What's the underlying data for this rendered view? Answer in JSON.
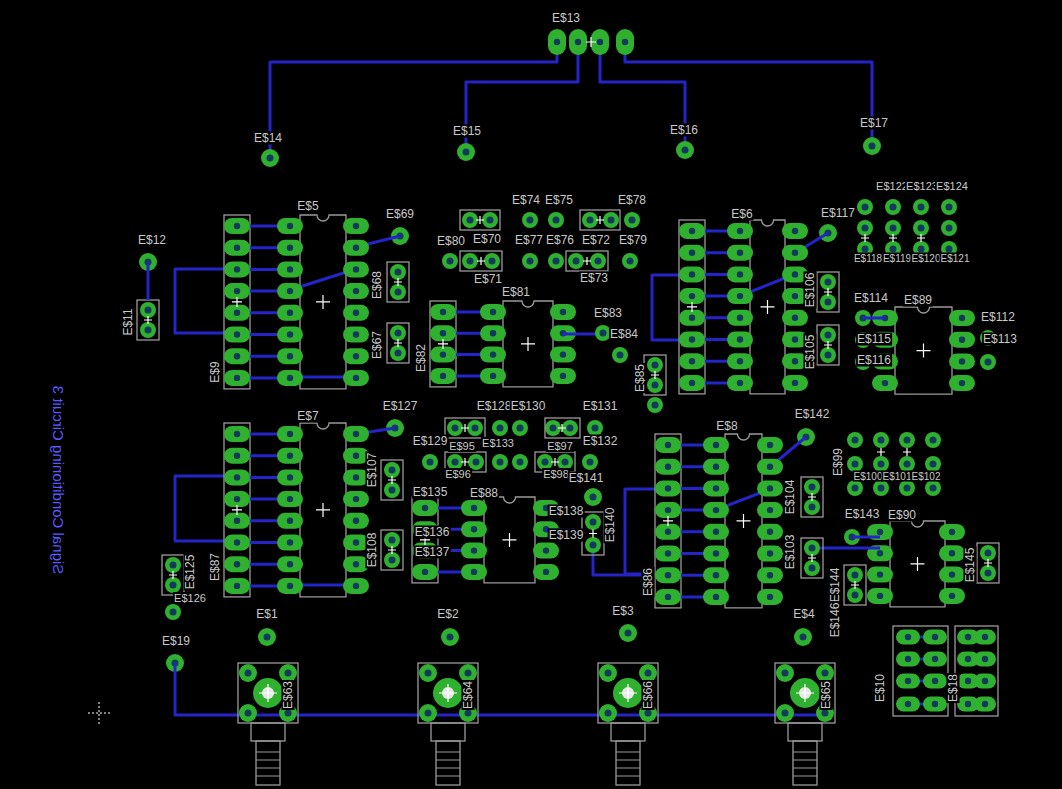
{
  "diagram": {
    "labels": [
      "E$13",
      "E$14",
      "E$15",
      "E$16",
      "E$17",
      "E$12",
      "E$11",
      "E$9",
      "E$5",
      "E$69",
      "E$74",
      "E$75",
      "E$78",
      "E$80",
      "E$70",
      "E$77",
      "E$76",
      "E$72",
      "E$79",
      "E$71",
      "E$73",
      "E$68",
      "E$67",
      "E$81",
      "E$82",
      "E$83",
      "E$84",
      "E$6",
      "E$117",
      "E$122",
      "E$123",
      "E$124",
      "E$118",
      "E$119",
      "E$120",
      "E$121",
      "E$106",
      "E$105",
      "E$114",
      "E$89",
      "E$112",
      "E$113",
      "E$115",
      "E$116",
      "E$85",
      "E$7",
      "E$127",
      "E$128",
      "E$130",
      "E$131",
      "E$129",
      "E$95",
      "E$133",
      "E$97",
      "E$132",
      "E$96",
      "E$98",
      "E$141",
      "E$107",
      "E$108",
      "E$135",
      "E$88",
      "E$136",
      "E$137",
      "E$138",
      "E$139",
      "E$140",
      "E$125",
      "E$126",
      "E$87",
      "E$8",
      "E$142",
      "E$99",
      "E$100",
      "E$101",
      "E$102",
      "E$143",
      "E$90",
      "E$104",
      "E$103",
      "E$144",
      "E$145",
      "E$86",
      "E$146",
      "E$19",
      "E$1",
      "E$2",
      "E$3",
      "E$4",
      "E$63",
      "E$64",
      "E$66",
      "E$65",
      "E$10",
      "E$18",
      "Signal Conditioning Circuit 3"
    ]
  }
}
